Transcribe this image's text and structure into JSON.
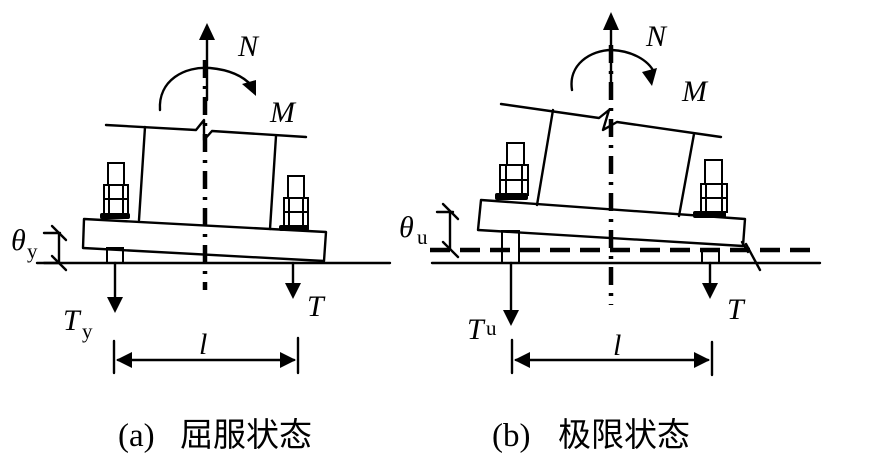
{
  "figure": {
    "panels": [
      {
        "id": "a",
        "caption_label": "(a)",
        "caption_text": "屈服状态",
        "axial_force": "N",
        "moment": "M",
        "rotation_symbol": "θ",
        "rotation_subscript": "y",
        "left_tension_symbol": "T",
        "left_tension_subscript": "y",
        "right_tension_symbol": "T",
        "span_symbol": "l"
      },
      {
        "id": "b",
        "caption_label": "(b)",
        "caption_text": "极限状态",
        "axial_force": "N",
        "moment": "M",
        "rotation_symbol": "θ",
        "rotation_subscript": "u",
        "left_tension_symbol": "T",
        "left_tension_subscript": "u",
        "right_tension_symbol": "T",
        "span_symbol": "l"
      }
    ]
  }
}
